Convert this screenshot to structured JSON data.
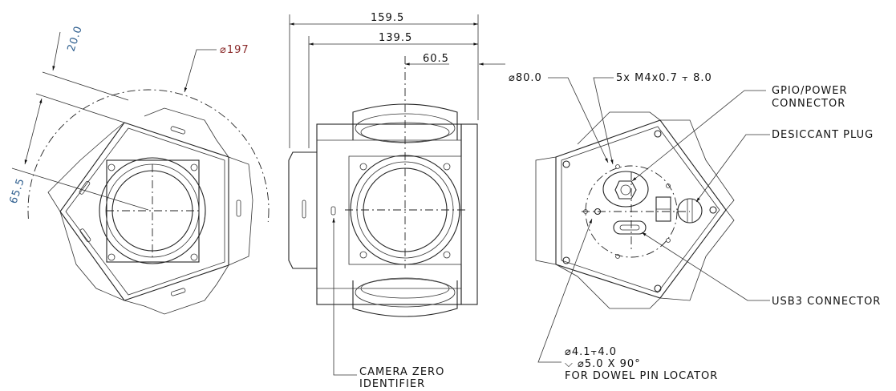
{
  "views": {
    "left": {
      "dim_offset": "20.0",
      "dim_radial": "65.5",
      "dim_diameter": "⌀197"
    },
    "front": {
      "dim_overall": "159.5",
      "dim_inner": "139.5",
      "dim_offset": "60.5",
      "callout_camera_zero": [
        "CAMERA ZERO",
        "IDENTIFIER"
      ]
    },
    "rear": {
      "dim_bolt_circle": "⌀80.0",
      "callout_threads": "5x  M4x0.7  ⫟  8.0",
      "callout_gpio": [
        "GPIO/POWER",
        "CONNECTOR"
      ],
      "callout_desiccant": "DESICCANT  PLUG",
      "callout_usb": "USB3  CONNECTOR",
      "callout_dowel": [
        "⌀4.1⫟4.0",
        "⌵ ⌀5.0  X  90°",
        "FOR  DOWEL  PIN  LOCATOR"
      ]
    }
  },
  "colors": {
    "line": "#222222",
    "dim_text_blue": "#2f5f8f",
    "dim_text_red": "#8a2a2a"
  }
}
